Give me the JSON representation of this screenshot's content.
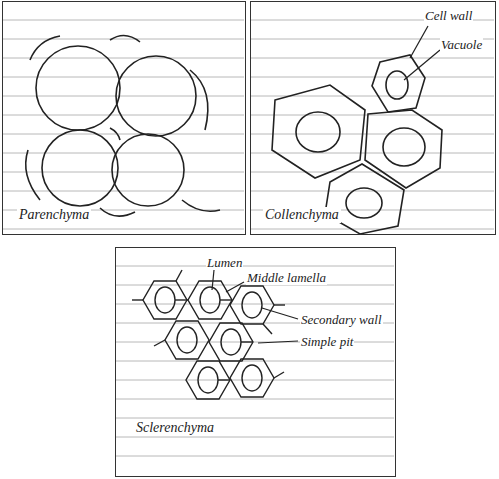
{
  "diagram": {
    "nodes": [
      {
        "text": [
          "Parenchyma"
        ]
      },
      {
        "text": [
          "Collenchyma"
        ]
      },
      {
        "text": [
          "Sclerenchyma"
        ]
      }
    ],
    "labels": [
      "Cell wall",
      "Vacuole",
      "Lumen",
      "Middle lamella",
      "Secondary wall",
      "Simple pit"
    ]
  }
}
